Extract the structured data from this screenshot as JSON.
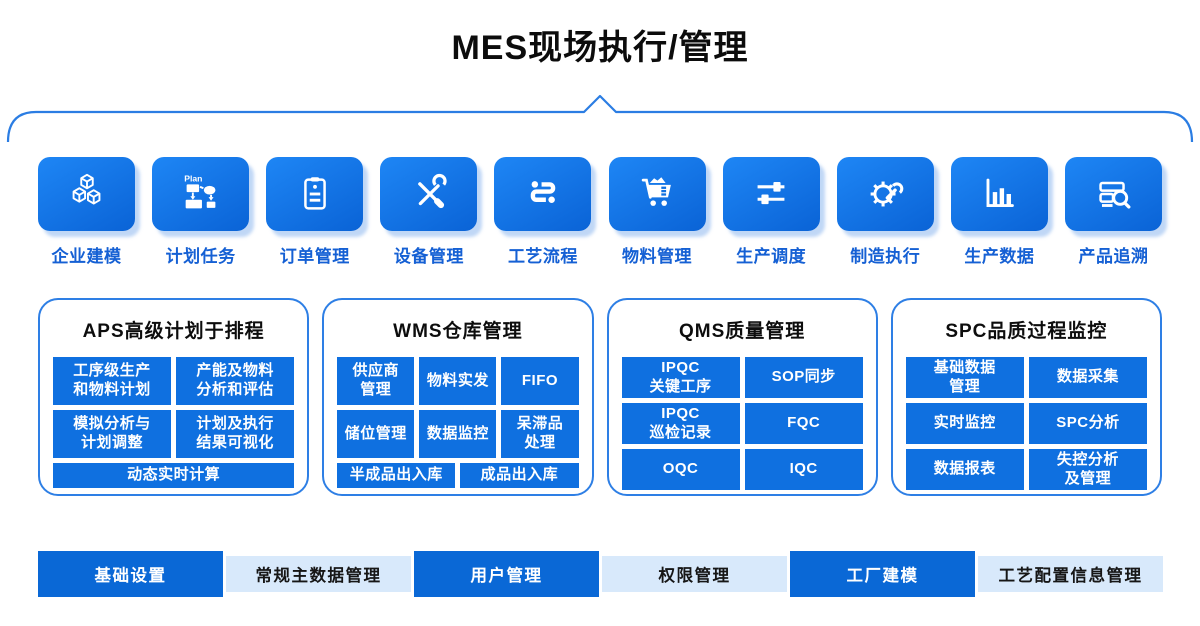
{
  "header": {
    "title": "MES现场执行/管理"
  },
  "modules": [
    {
      "label": "企业建模",
      "icon": "cubes-icon"
    },
    {
      "label": "计划任务",
      "icon": "plan-flow-icon",
      "icon_text": "Plan"
    },
    {
      "label": "订单管理",
      "icon": "clipboard-icon"
    },
    {
      "label": "设备管理",
      "icon": "tools-icon"
    },
    {
      "label": "工艺流程",
      "icon": "route-icon"
    },
    {
      "label": "物料管理",
      "icon": "cart-icon"
    },
    {
      "label": "生产调度",
      "icon": "sliders-icon"
    },
    {
      "label": "制造执行",
      "icon": "gear-wrench-icon"
    },
    {
      "label": "生产数据",
      "icon": "bar-chart-icon"
    },
    {
      "label": "产品追溯",
      "icon": "trace-search-icon"
    }
  ],
  "panels": [
    {
      "title": "APS高级计划于排程",
      "cells": [
        "工序级生产\n和物料计划",
        "产能及物料\n分析和评估",
        "模拟分析与\n计划调整",
        "计划及执行\n结果可视化",
        "动态实时计算"
      ]
    },
    {
      "title": "WMS仓库管理",
      "cells": [
        "供应商\n管理",
        "物料实发",
        "FIFO",
        "储位管理",
        "数据监控",
        "呆滞品\n处理",
        "半成品出入库",
        "成品出入库"
      ]
    },
    {
      "title": "QMS质量管理",
      "cells": [
        "IPQC\n关键工序",
        "SOP同步",
        "IPQC\n巡检记录",
        "FQC",
        "OQC",
        "IQC"
      ]
    },
    {
      "title": "SPC品质过程监控",
      "cells": [
        "基础数据\n管理",
        "数据采集",
        "实时监控",
        "SPC分析",
        "数据报表",
        "失控分析\n及管理"
      ]
    }
  ],
  "bottom_bar": {
    "items": [
      {
        "label": "基础设置",
        "style": "solid"
      },
      {
        "label": "常规主数据管理",
        "style": "light"
      },
      {
        "label": "用户管理",
        "style": "solid"
      },
      {
        "label": "权限管理",
        "style": "light"
      },
      {
        "label": "工厂建模",
        "style": "solid"
      },
      {
        "label": "工艺配置信息管理",
        "style": "light"
      }
    ]
  },
  "colors": {
    "primary_blue": "#0f70e0",
    "deep_blue": "#0a68d6",
    "light_blue": "#d8e9fb",
    "border_blue": "#2e7fe5",
    "label_blue": "#1560d4"
  }
}
